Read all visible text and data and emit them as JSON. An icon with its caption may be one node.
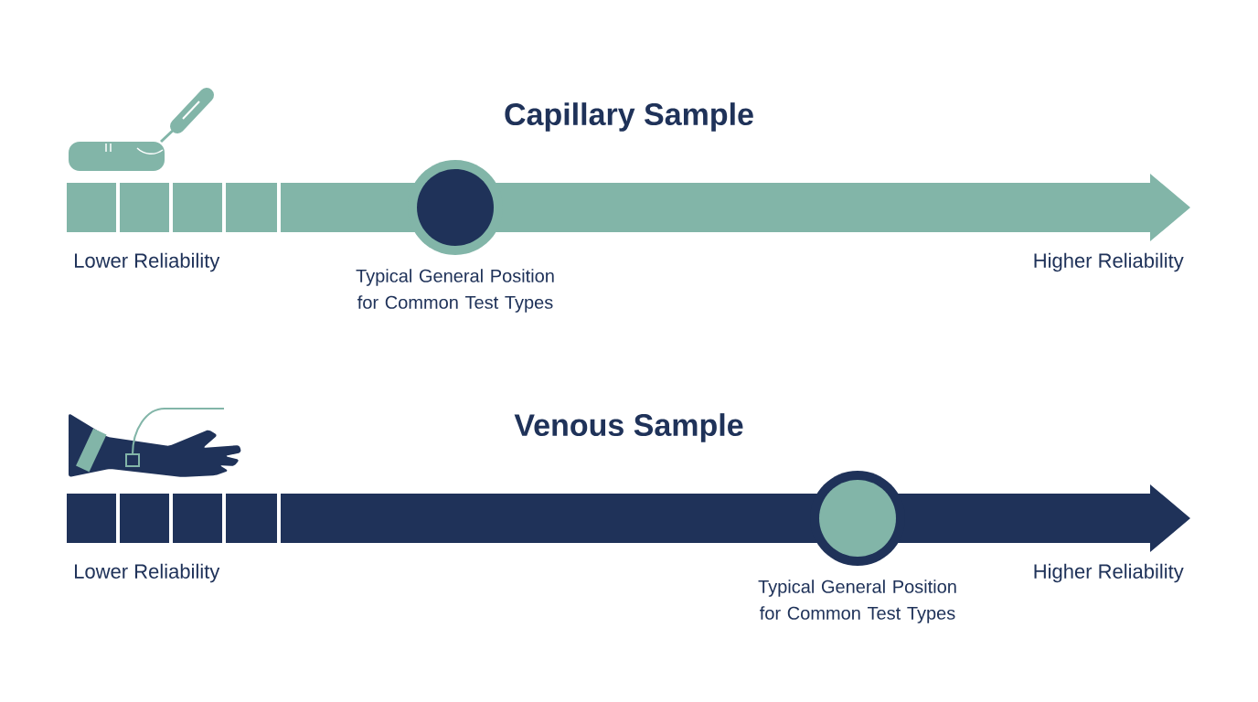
{
  "diagram": {
    "nodes": [
      {
        "text": [],
        "shape": "circle",
        "beside": [
          "Typical General Position for Common Test Types"
        ]
      },
      {
        "text": [],
        "shape": "circle",
        "beside": [
          "Typical General Position for Common Test Types"
        ]
      }
    ],
    "labels": [
      "Capillary Sample",
      "Lower Reliability",
      "Higher Reliability",
      "Venous Sample",
      "Lower Reliability",
      "Higher Reliability"
    ]
  }
}
